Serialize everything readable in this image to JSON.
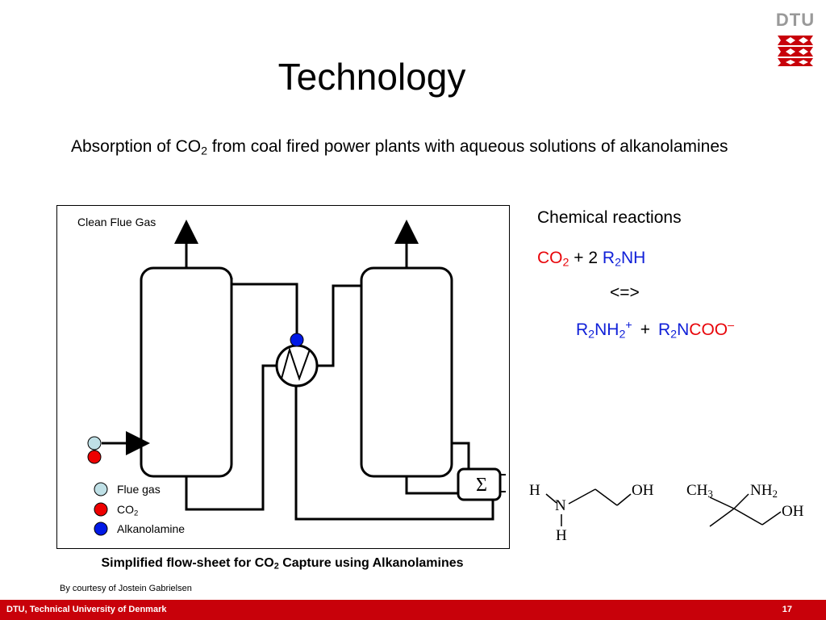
{
  "slide": {
    "title": "Technology",
    "intro": {
      "before": "Absorption of CO",
      "sub": "2",
      "after": " from coal fired power plants with aqueous solutions of alkanolamines"
    },
    "page_number": "17"
  },
  "logo": {
    "text": "DTU"
  },
  "diagram": {
    "clean_flue_gas_label": "Clean Flue Gas",
    "legend": [
      {
        "label": "Flue gas",
        "color": "#bfe0e6"
      },
      {
        "label": "CO",
        "sub": "2",
        "color": "#ee0000"
      },
      {
        "label": "Alkanolamine",
        "color": "#0019e6"
      }
    ],
    "colors": {
      "flue_gas": "#bfe0e6",
      "co2": "#ee0000",
      "alkanolamine": "#0019e6"
    }
  },
  "reactions": {
    "heading": "Chemical reactions",
    "line1": {
      "co": "CO",
      "co_sub": "2",
      "plus": " + 2 ",
      "r": "R",
      "r_sub": "2",
      "nh": "NH"
    },
    "equilibrium": "<=>",
    "line2": {
      "r": "R",
      "r_sub": "2",
      "nh": "NH",
      "nh_sub": "2",
      "charge": "+",
      "plus": "+",
      "r2": "R",
      "r2_sub": "2",
      "n": "N",
      "coo": "COO",
      "minus": "–"
    }
  },
  "molecules": {
    "mea": {
      "h_left": "H",
      "n": "N",
      "h_bottom": "H",
      "oh": "OH"
    },
    "amp": {
      "ch": "CH",
      "ch_sub": "3",
      "nh": "NH",
      "nh_sub": "2",
      "oh": "OH"
    }
  },
  "caption": {
    "before": "Simplified flow-sheet for CO",
    "sub": "2",
    "after": " Capture using Alkanolamines"
  },
  "courtesy": "By courtesy of Jostein Gabrielsen",
  "footer": {
    "org": "DTU, Technical University of Denmark"
  }
}
